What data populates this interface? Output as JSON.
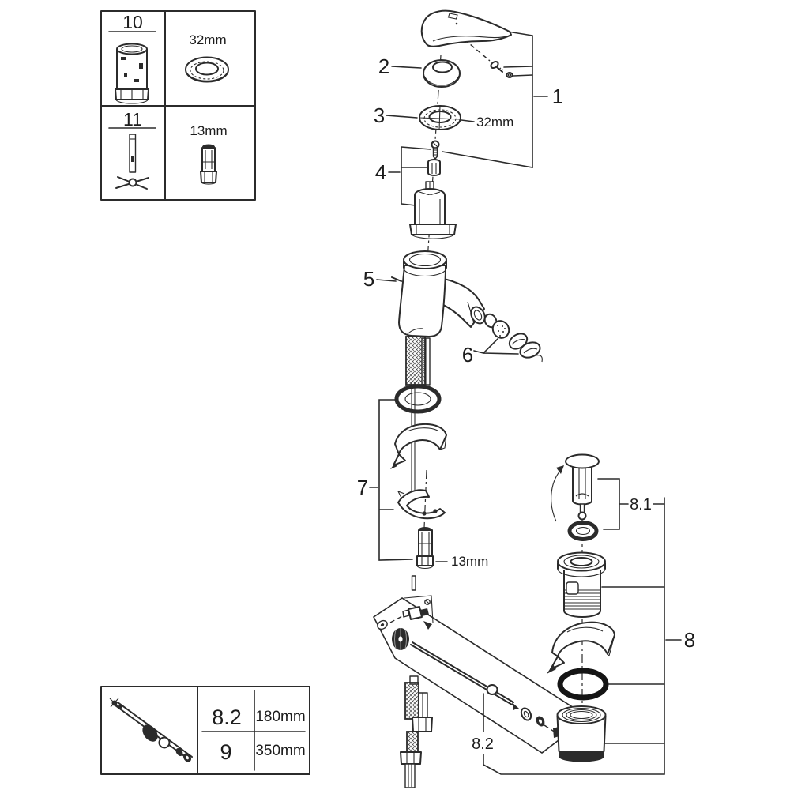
{
  "colors": {
    "line": "#2b2b2b",
    "background": "#ffffff",
    "text": "#1c1c1c"
  },
  "tool_table": {
    "rows": [
      {
        "part": "10",
        "size": "32mm"
      },
      {
        "part": "11",
        "size": "13mm"
      }
    ]
  },
  "length_table": {
    "rows": [
      {
        "part": "8.2",
        "length": "180mm"
      },
      {
        "part": "9",
        "length": "350mm"
      }
    ]
  },
  "callouts": {
    "c1": "1",
    "c2": "2",
    "c3": "3",
    "c4": "4",
    "c5": "5",
    "c6": "6",
    "c7": "7",
    "c8": "8",
    "c8_1": "8.1",
    "c8_2": "8.2",
    "ring_size": "32mm",
    "adapter_size": "13mm"
  },
  "icons": {
    "tool_10": "cartridge-sleeve-tool-icon",
    "tool_11": "t-socket-key-icon",
    "ring_32mm": "mounting-ring-icon",
    "adapter_13mm": "socket-adapter-icon",
    "rod_assembly": "pop-up-rod-assembly-icon"
  }
}
